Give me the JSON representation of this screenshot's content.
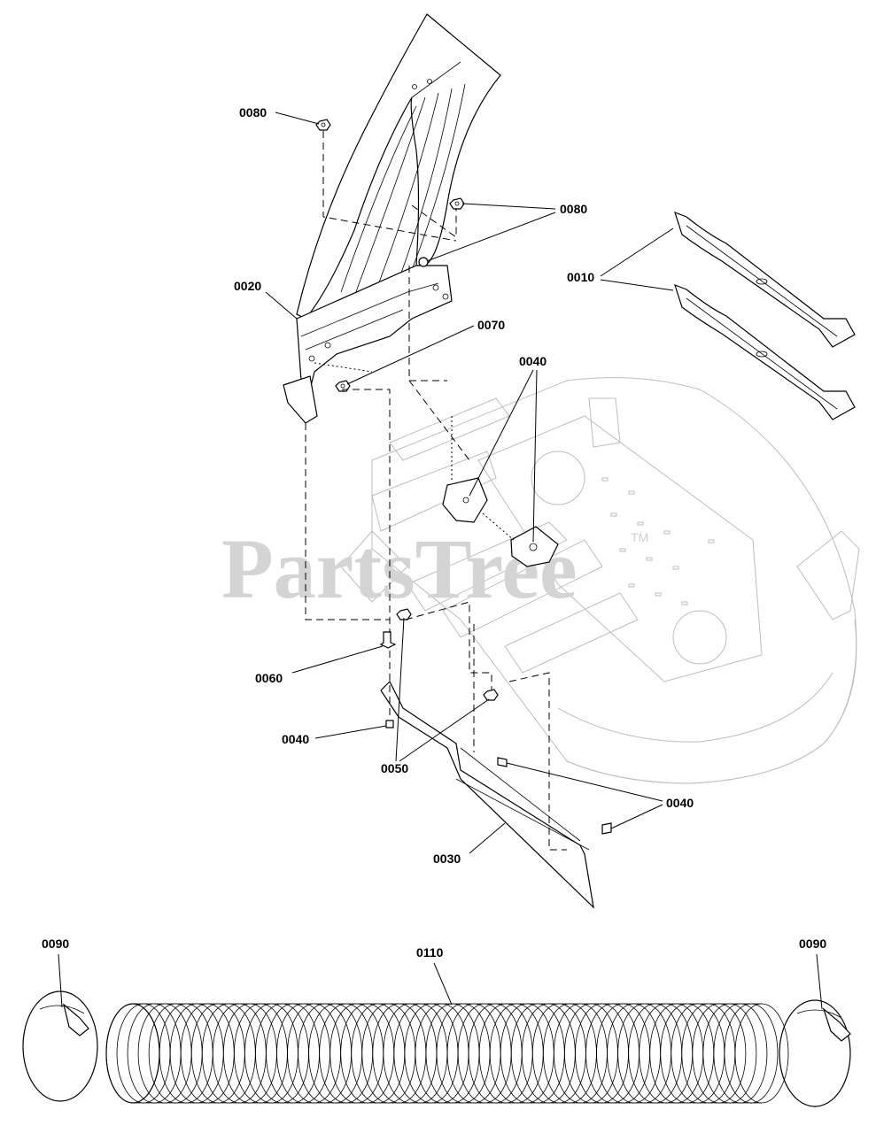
{
  "watermark": {
    "text": "PartsTree",
    "trademark": "TM"
  },
  "callouts": {
    "c0080_top": "0080",
    "c0080_right": "0080",
    "c0020": "0020",
    "c0070": "0070",
    "c0010": "0010",
    "c0040_deck": "0040",
    "c0060": "0060",
    "c0040_left": "0040",
    "c0050": "0050",
    "c0040_right": "0040",
    "c0030": "0030",
    "c0090_left": "0090",
    "c0110": "0110",
    "c0090_right": "0090"
  }
}
